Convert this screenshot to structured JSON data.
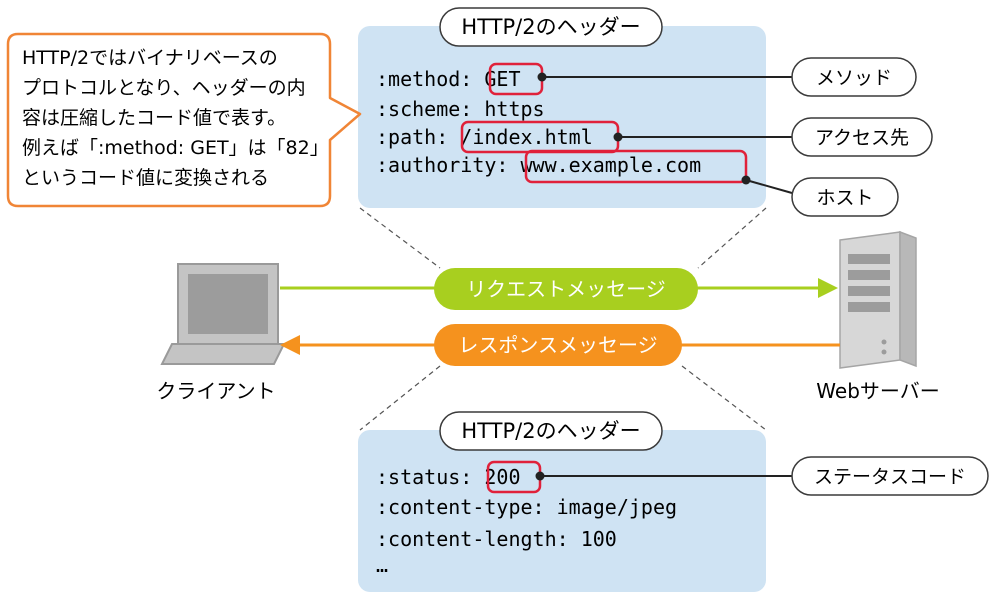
{
  "request_panel": {
    "title": "HTTP/2のヘッダー",
    "lines": [
      {
        "key": ":method: ",
        "value": "GET"
      },
      {
        "key": ":scheme: ",
        "value": "https"
      },
      {
        "key": ":path: ",
        "value": "/index.html"
      },
      {
        "key": ":authority: ",
        "value": "www.example.com"
      }
    ]
  },
  "response_panel": {
    "title": "HTTP/2のヘッダー",
    "lines": [
      {
        "key": ":status: ",
        "value": "200"
      },
      {
        "key": ":content-type: ",
        "value": "image/jpeg"
      },
      {
        "key": ":content-length: ",
        "value": "100"
      },
      {
        "key": "…",
        "value": ""
      }
    ]
  },
  "labels": {
    "method": "メソッド",
    "access_target": "アクセス先",
    "host": "ホスト",
    "status_code": "ステータスコード"
  },
  "callout": {
    "lines": [
      "HTTP/2ではバイナリベースの",
      "プロトコルとなり、ヘッダーの内",
      "容は圧縮したコード値で表す。",
      "例えば「:method: GET」は「82」",
      "というコード値に変換される"
    ]
  },
  "arrows": {
    "request": "リクエストメッセージ",
    "response": "レスポンスメッセージ"
  },
  "nodes": {
    "client": "クライアント",
    "server": "Webサーバー"
  },
  "colors": {
    "panel_bg": "#cfe3f3",
    "highlight": "#e0213a",
    "request": "#a8cf1f",
    "response": "#f5921e",
    "callout_border": "#f08536"
  }
}
